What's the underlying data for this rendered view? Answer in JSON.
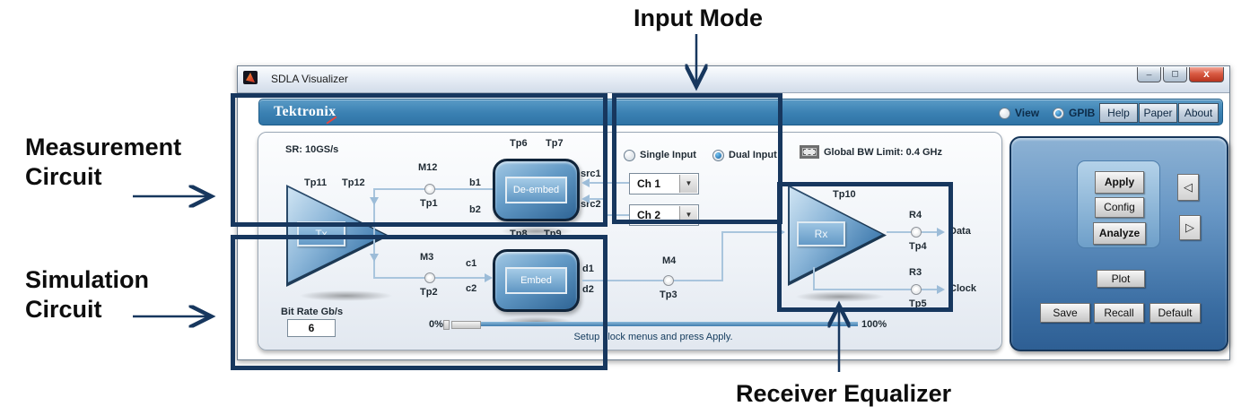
{
  "annotations": {
    "input_mode": "Input Mode",
    "measurement_line1": "Measurement",
    "measurement_line2": "Circuit",
    "simulation_line1": "Simulation",
    "simulation_line2": "Circuit",
    "receiver_equalizer": "Receiver Equalizer",
    "accent_color": "#17375e"
  },
  "window": {
    "title": "SDLA Visualizer",
    "brand": "Tektronix",
    "minimize_glyph": "_",
    "maximize_glyph": "◻",
    "close_glyph": "x"
  },
  "toolbar": {
    "view_label": "View",
    "gpib_label": "GPIB",
    "help_label": "Help",
    "paper_label": "Paper",
    "about_label": "About",
    "blue_color": "#3a80b2"
  },
  "circuit": {
    "sample_rate": "SR: 10GS/s",
    "tx_label": "Tx",
    "rx_label": "Rx",
    "deembed_label": "De-embed",
    "embed_label": "Embed",
    "bit_rate_label": "Bit Rate Gb/s",
    "bit_rate_value": "6",
    "labels": {
      "tp11": "Tp11",
      "tp12": "Tp12",
      "m12": "M12",
      "tp1": "Tp1",
      "b1": "b1",
      "b2": "b2",
      "tp6": "Tp6",
      "tp7": "Tp7",
      "src1": "src1",
      "src2": "src2",
      "m3": "M3",
      "tp2": "Tp2",
      "c1": "c1",
      "c2": "c2",
      "tp8": "Tp8",
      "tp9": "Tp9",
      "d1": "d1",
      "d2": "d2",
      "m4": "M4",
      "tp3": "Tp3",
      "tp10": "Tp10",
      "r4": "R4",
      "tp4": "Tp4",
      "data": "Data",
      "r3": "R3",
      "tp5": "Tp5",
      "clock": "Clock"
    }
  },
  "input_mode": {
    "single_label": "Single Input",
    "dual_label": "Dual Input",
    "selected": "Dual Input",
    "ch1_value": "Ch 1",
    "ch2_value": "Ch 2"
  },
  "global_bw": {
    "label": "Global BW Limit: 0.4 GHz"
  },
  "progress": {
    "start_label": "0%",
    "end_label": "100%",
    "status": "Setup block menus and press Apply."
  },
  "control_panel": {
    "apply_label": "Apply",
    "config_label": "Config",
    "analyze_label": "Analyze",
    "plot_label": "Plot",
    "save_label": "Save",
    "recall_label": "Recall",
    "default_label": "Default",
    "nav_prev_glyph": "◁",
    "nav_next_glyph": "▷"
  }
}
